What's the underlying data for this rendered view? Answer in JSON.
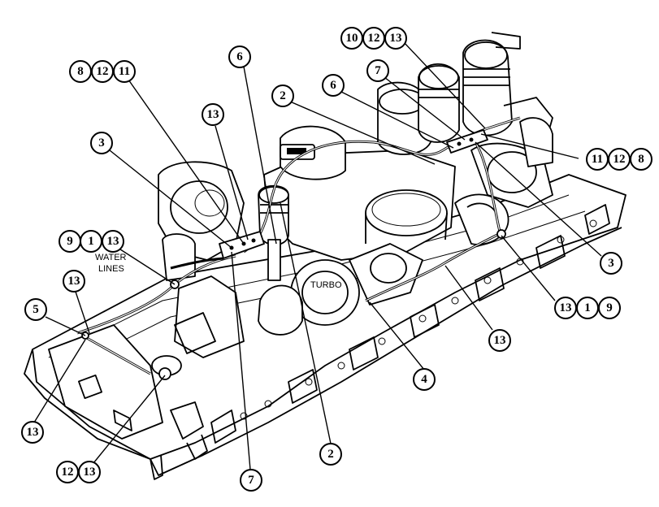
{
  "labels": {
    "water_lines_1": "WATER",
    "water_lines_2": "LINES",
    "turbo": "TURBO"
  },
  "callouts": [
    {
      "id": "c-8-12-11",
      "numbers": [
        "8",
        "12",
        "11"
      ]
    },
    {
      "id": "c-3-left",
      "numbers": [
        "3"
      ]
    },
    {
      "id": "c-13-top",
      "numbers": [
        "13"
      ]
    },
    {
      "id": "c-6-left",
      "numbers": [
        "6"
      ]
    },
    {
      "id": "c-9-1-13",
      "numbers": [
        "9",
        "1",
        "13"
      ]
    },
    {
      "id": "c-13-water",
      "numbers": [
        "13"
      ]
    },
    {
      "id": "c-5",
      "numbers": [
        "5"
      ]
    },
    {
      "id": "c-13-bottom-left",
      "numbers": [
        "13"
      ]
    },
    {
      "id": "c-12-13",
      "numbers": [
        "12",
        "13"
      ]
    },
    {
      "id": "c-7-bottom",
      "numbers": [
        "7"
      ]
    },
    {
      "id": "c-2-bottom",
      "numbers": [
        "2"
      ]
    },
    {
      "id": "c-4",
      "numbers": [
        "4"
      ]
    },
    {
      "id": "c-13-right",
      "numbers": [
        "13"
      ]
    },
    {
      "id": "c-13-1-9",
      "numbers": [
        "13",
        "1",
        "9"
      ]
    },
    {
      "id": "c-3-right",
      "numbers": [
        "3"
      ]
    },
    {
      "id": "c-11-12-8",
      "numbers": [
        "11",
        "12",
        "8"
      ]
    },
    {
      "id": "c-10-12-13",
      "numbers": [
        "10",
        "12",
        "13"
      ]
    },
    {
      "id": "c-7-top",
      "numbers": [
        "7"
      ]
    },
    {
      "id": "c-6-right",
      "numbers": [
        "6"
      ]
    },
    {
      "id": "c-2-top",
      "numbers": [
        "2"
      ]
    }
  ]
}
